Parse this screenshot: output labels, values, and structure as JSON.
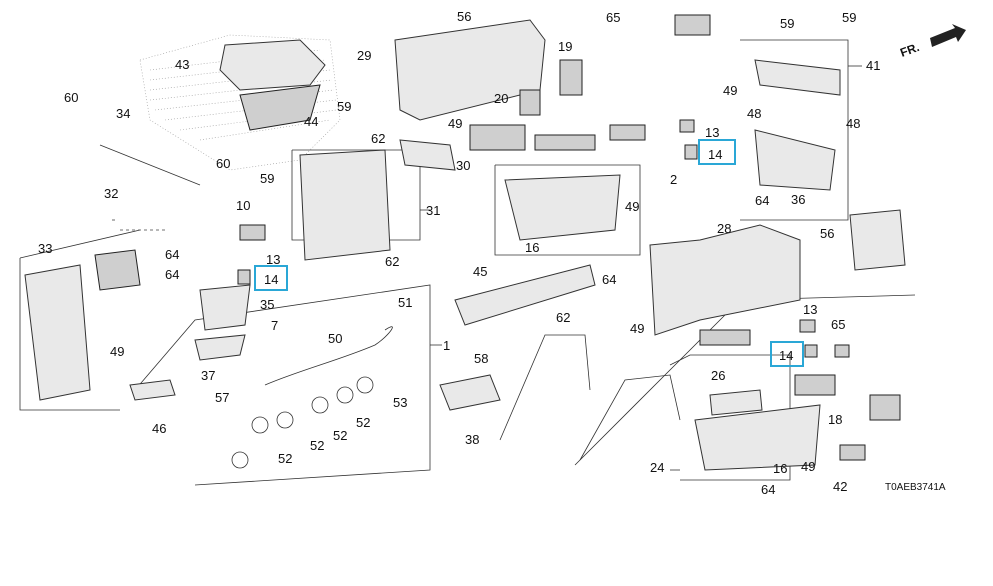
{
  "diagram_code": "T0AEB3741A",
  "direction_label": "FR.",
  "callouts": {
    "c1": "1",
    "c2": "2",
    "c13a": "13",
    "c13b": "13",
    "c13c": "13",
    "c14a": "14",
    "c14b": "14",
    "c14c": "14",
    "c16a": "16",
    "c16b": "16",
    "c18": "18",
    "c19": "19",
    "c20": "20",
    "c24": "24",
    "c26": "26",
    "c28": "28",
    "c29": "29",
    "c30": "30",
    "c31": "31",
    "c32": "32",
    "c33": "33",
    "c34": "34",
    "c35": "35",
    "c36": "36",
    "c37": "37",
    "c38": "38",
    "c41": "41",
    "c42": "42",
    "c43": "43",
    "c44": "44",
    "c45": "45",
    "c46": "46",
    "c48a": "48",
    "c48b": "48",
    "c49a": "49",
    "c49b": "49",
    "c49c": "49",
    "c49d": "49",
    "c49e": "49",
    "c49f": "49",
    "c50": "50",
    "c51": "51",
    "c52a": "52",
    "c52b": "52",
    "c52c": "52",
    "c52d": "52",
    "c53": "53",
    "c56a": "56",
    "c56b": "56",
    "c57": "57",
    "c58": "58",
    "c59a": "59",
    "c59b": "59",
    "c59c": "59",
    "c59d": "59",
    "c60a": "60",
    "c60b": "60",
    "c62a": "62",
    "c62b": "62",
    "c62c": "62",
    "c64a": "64",
    "c64b": "64",
    "c64c": "64",
    "c64d": "64",
    "c64e": "64",
    "c65a": "65",
    "c65b": "65",
    "c7": "7",
    "c10": "10"
  },
  "highlight_color": "#2aa7d6"
}
